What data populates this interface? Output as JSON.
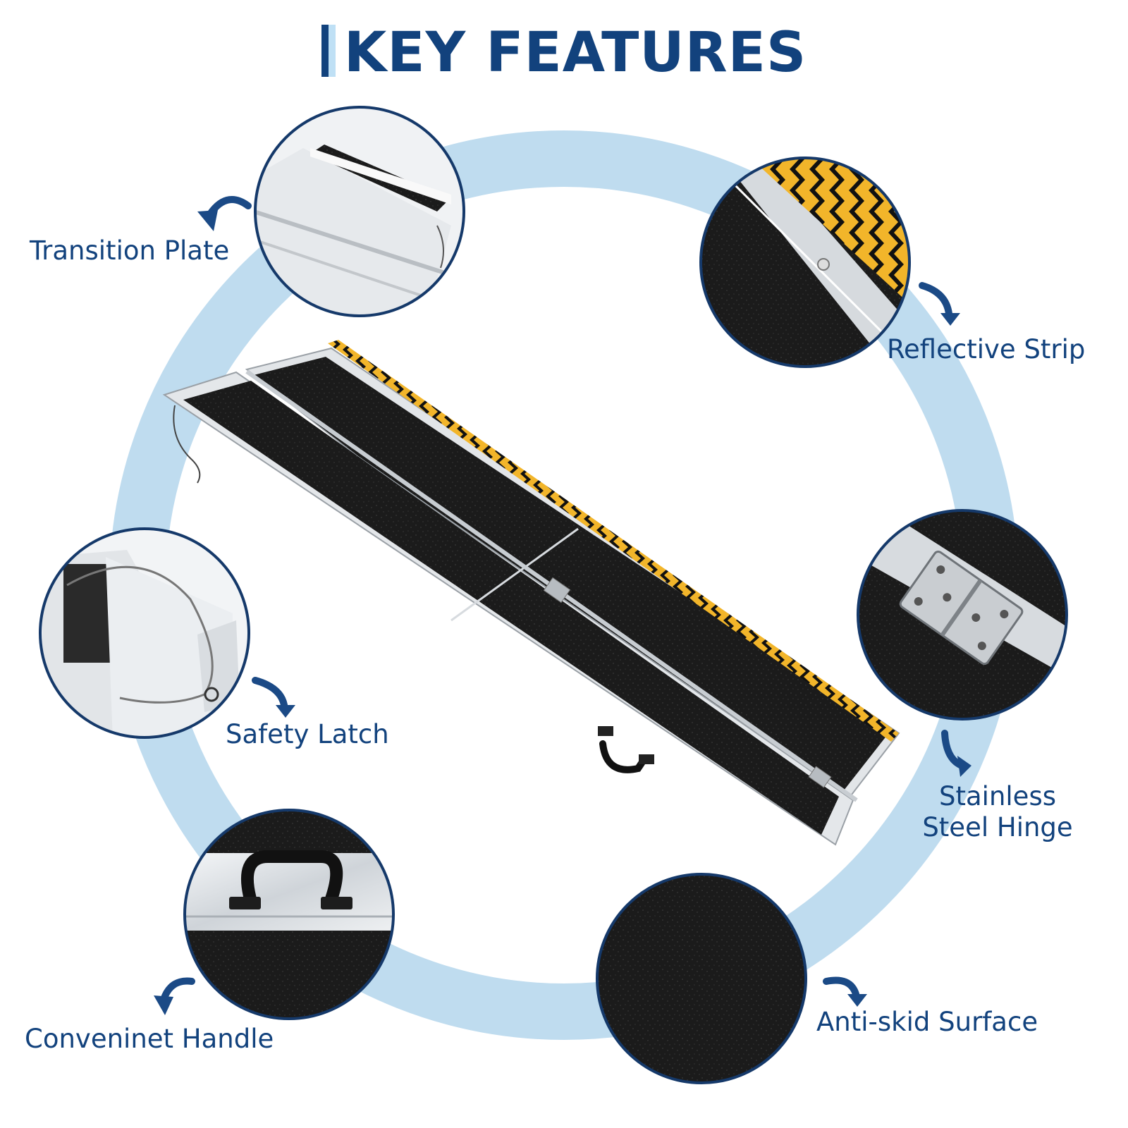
{
  "header": {
    "title": "KEY FEATURES"
  },
  "features": {
    "transition_plate": "Transition Plate",
    "reflective_strip": "Reflective Strip",
    "safety_latch": "Safety Latch",
    "hinge_line1": "Stainless",
    "hinge_line2": "Steel Hinge",
    "handle": "Conveninet Handle",
    "anti_skid": "Anti-skid Surface"
  },
  "icons": {
    "arrow": "curved-arrow-icon",
    "product": "folding-ramp-image"
  },
  "colors": {
    "title": "#12427d",
    "label": "#12427d",
    "ring": "#bfdcef",
    "circle_border": "#15396a",
    "surface": "#1b1b1b",
    "aluminum": "#d4d8dc",
    "reflective_yellow": "#f2b52a"
  }
}
